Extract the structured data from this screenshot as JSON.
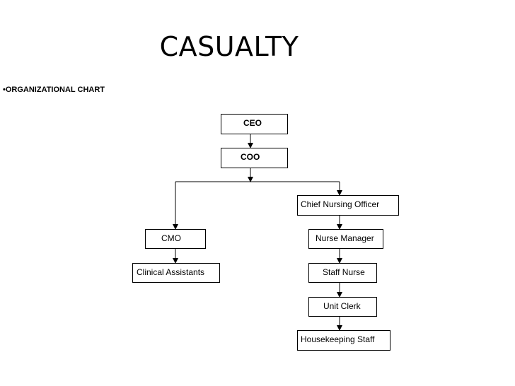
{
  "title": "CASUALTY",
  "bullet": "•ORGANIZATIONAL CHART",
  "nodes": {
    "ceo": "CEO",
    "coo": "COO",
    "chief_nursing_officer": "Chief Nursing Officer",
    "cmo": "CMO",
    "nurse_manager": "Nurse Manager",
    "clinical_assistants": "Clinical Assistants",
    "staff_nurse": "Staff Nurse",
    "unit_clerk": "Unit Clerk",
    "housekeeping_staff": "Housekeeping Staff"
  }
}
